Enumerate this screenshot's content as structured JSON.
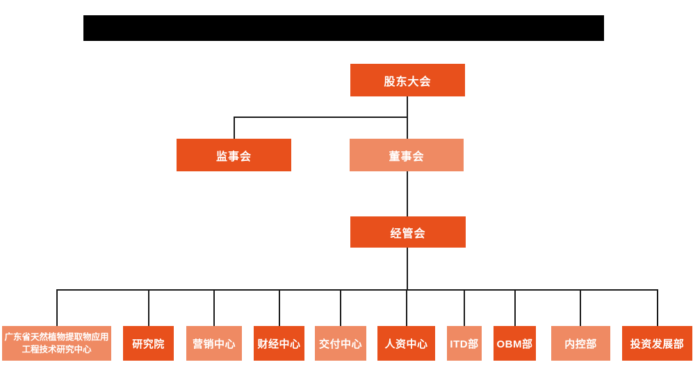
{
  "colors": {
    "primary_dark": "#E8501C",
    "primary_light": "#EF8A63",
    "connector_line": "#1A1A1A",
    "redaction_bar": "#000000",
    "node_text": "#FFFFFF"
  },
  "org": {
    "nodes": {
      "shareholders": "股东大会",
      "supervisory": "监事会",
      "board": "董事会",
      "management": "经管会"
    },
    "departments": [
      {
        "label": "广东省天然植物提取物应用工程技术研究中心"
      },
      {
        "label": "研究院"
      },
      {
        "label": "营销中心"
      },
      {
        "label": "财经中心"
      },
      {
        "label": "交付中心"
      },
      {
        "label": "人资中心"
      },
      {
        "label": "ITD部"
      },
      {
        "label": "OBM部"
      },
      {
        "label": "内控部"
      },
      {
        "label": "投资发展部"
      }
    ]
  }
}
